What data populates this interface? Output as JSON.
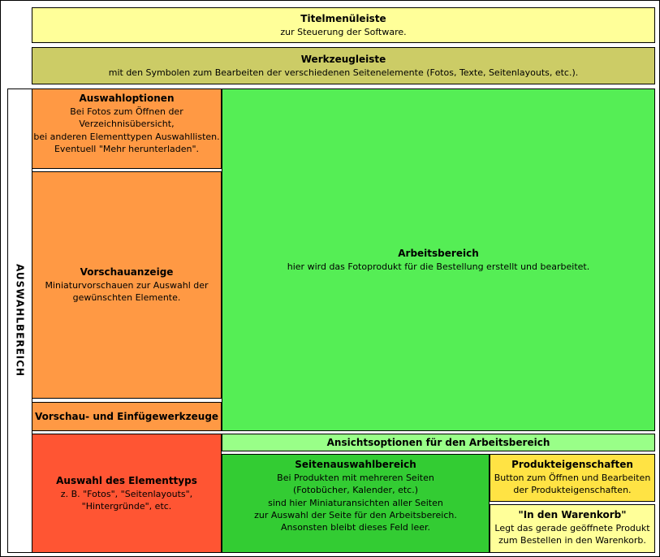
{
  "colors": {
    "pale_yellow": "#FFFF99",
    "olive": "#CCCC66",
    "orange": "#FF9944",
    "red_orange": "#FF5533",
    "bright_green": "#55EE55",
    "light_green": "#99FF88",
    "medium_green": "#33CC33",
    "gold_yellow": "#FFE344",
    "border": "#000000"
  },
  "title_bar": {
    "title": "Titelmenüleiste",
    "body": "zur Steuerung der Software."
  },
  "toolbar": {
    "title": "Werkzeugleiste",
    "body": "mit den Symbolen zum Bearbeiten der verschiedenen Seitenelemente (Fotos, Texte, Seitenlayouts, etc.)."
  },
  "selection_area": {
    "label": "AUSWAHLBEREICH"
  },
  "selection_options": {
    "title": "Auswahloptionen",
    "body": "Bei Fotos zum Öffnen der\nVerzeichnisübersicht,\nbei anderen Elementtypen Auswahllisten.\nEventuell \"Mehr herunterladen\"."
  },
  "preview_display": {
    "title": "Vorschauanzeige",
    "body": "Miniaturvorschauen zur Auswahl der\ngewünschten Elemente."
  },
  "preview_tools": {
    "title": "Vorschau- und Einfügewerkzeuge"
  },
  "element_type": {
    "title": "Auswahl des Elementtyps",
    "body": "z. B. \"Fotos\", \"Seitenlayouts\",\n\"Hintergründe\", etc."
  },
  "work_area": {
    "title": "Arbeitsbereich",
    "body": "hier wird das Fotoprodukt für die Bestellung erstellt und bearbeitet."
  },
  "view_options": {
    "title": "Ansichtsoptionen für den Arbeitsbereich"
  },
  "page_selection": {
    "title": "Seitenauswahlbereich",
    "body": "Bei Produkten mit mehreren Seiten\n(Fotobücher, Kalender, etc.)\nsind hier Miniaturansichten aller Seiten\nzur Auswahl der Seite für den Arbeitsbereich.\nAnsonsten bleibt dieses Feld leer."
  },
  "product_properties": {
    "title": "Produkteigenschaften",
    "body": "Button zum Öffnen und Bearbeiten\nder Produkteigenschaften."
  },
  "cart": {
    "title": "\"In den Warenkorb\"",
    "body": "Legt das gerade geöffnete Produkt\nzum Bestellen in den Warenkorb."
  }
}
